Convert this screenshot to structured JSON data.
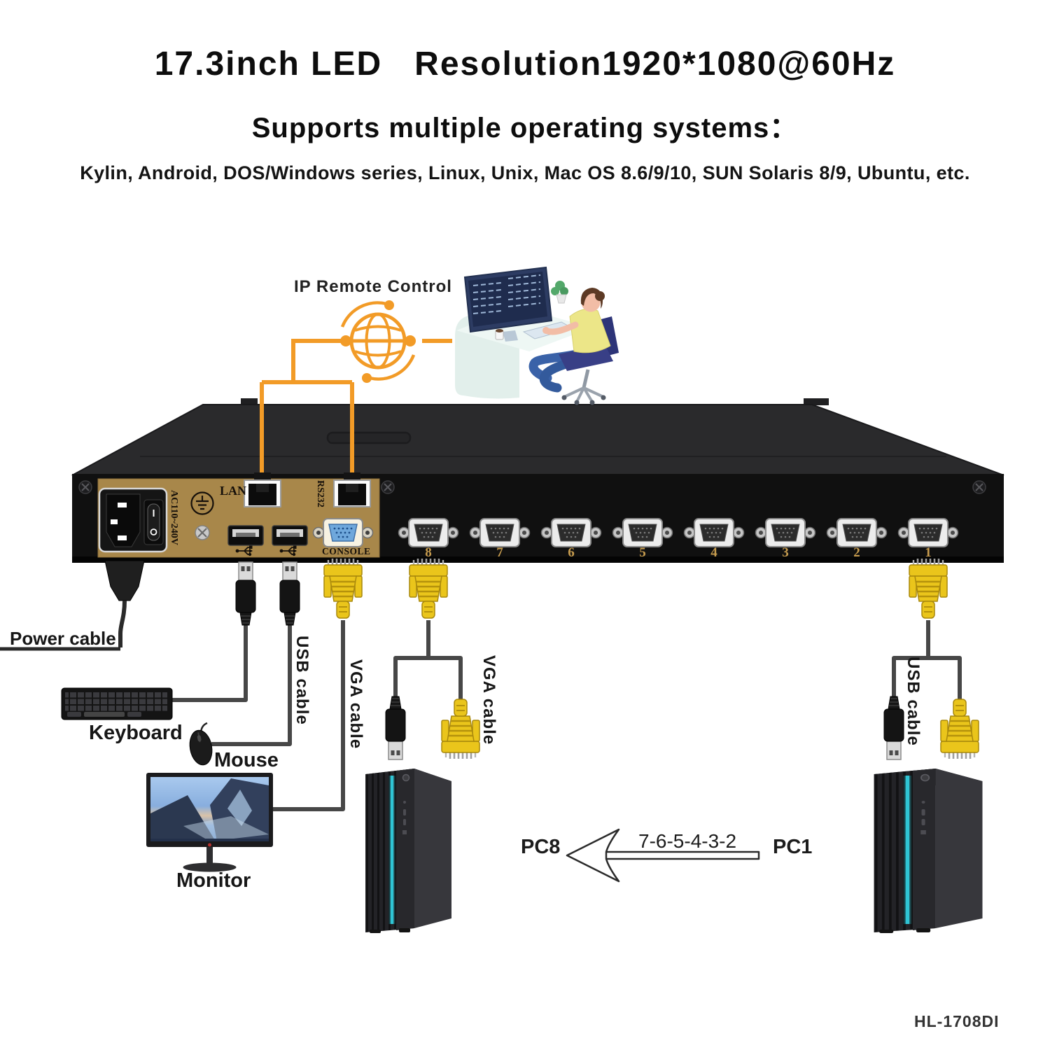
{
  "header": {
    "title": "17.3inch LED   Resolution1920*1080@60Hz",
    "subtitle": "Supports multiple operating systems：",
    "os_support": "Kylin, Android, DOS/Windows series, Linux, Unix, Mac OS 8.6/9/10, SUN Solaris 8/9, Ubuntu, etc."
  },
  "remote": {
    "label": "IP Remote Control"
  },
  "device": {
    "ac_label": "AC110~240V",
    "lan_label": "LAN",
    "rs232_label": "RS232",
    "console_label": "CONSOLE",
    "port_numbers": [
      "8",
      "7",
      "6",
      "5",
      "4",
      "3",
      "2",
      "1"
    ]
  },
  "labels": {
    "power_cable": "Power cable",
    "keyboard": "Keyboard",
    "mouse": "Mouse",
    "usb_cable_left": "USB cable",
    "vga_cable_console": "VGA cable",
    "vga_cable_mid": "VGA cable",
    "usb_cable_right": "USB cable",
    "monitor": "Monitor"
  },
  "pcs": {
    "pc8": "PC8",
    "pc1": "PC1",
    "sequence": "7-6-5-4-3-2"
  },
  "model": "HL-1708DI",
  "colors": {
    "accent_orange": "#F29B27",
    "panel_gold": "#A8874A",
    "vga_yellow": "#EAC51B",
    "console_blue": "#6FA8DC",
    "tower_cyan": "#2FC4D4"
  }
}
